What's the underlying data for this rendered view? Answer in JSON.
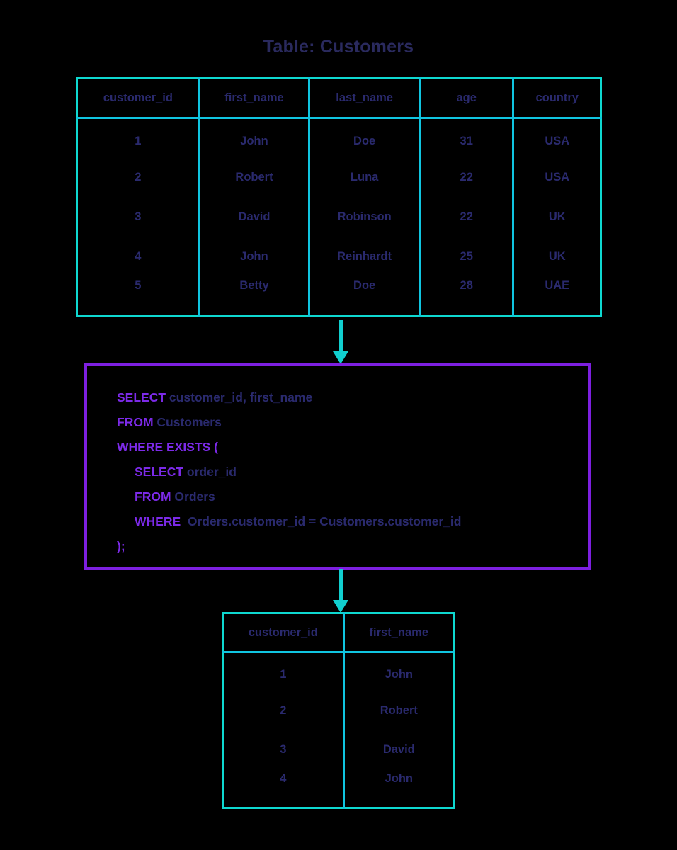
{
  "title": "Table: Customers",
  "colors": {
    "background": "#000000",
    "table_border": "#0ed8d0",
    "table_divider": "#10c5e0",
    "arrow": "#11cfcf",
    "sql_box_border": "#7d1fe0",
    "sql_keyword": "#7c2ae8",
    "text_navy": "#2a2a6e",
    "title_navy": "#2a2a5e"
  },
  "source_table": {
    "name": "Customers",
    "columns": [
      "customer_id",
      "first_name",
      "last_name",
      "age",
      "country"
    ],
    "rows": [
      [
        "1",
        "John",
        "Doe",
        "31",
        "USA"
      ],
      [
        "2",
        "Robert",
        "Luna",
        "22",
        "USA"
      ],
      [
        "3",
        "David",
        "Robinson",
        "22",
        "UK"
      ],
      [
        "4",
        "John",
        "Reinhardt",
        "25",
        "UK"
      ],
      [
        "5",
        "Betty",
        "Doe",
        "28",
        "UAE"
      ]
    ]
  },
  "sql": {
    "lines": [
      {
        "indent": false,
        "parts": [
          {
            "t": "SELECT",
            "k": true
          },
          {
            "t": " customer_id, first_name",
            "k": false
          }
        ]
      },
      {
        "indent": false,
        "parts": [
          {
            "t": "FROM",
            "k": true
          },
          {
            "t": " Customers",
            "k": false
          }
        ]
      },
      {
        "indent": false,
        "parts": [
          {
            "t": "WHERE EXISTS (",
            "k": true
          }
        ]
      },
      {
        "indent": true,
        "parts": [
          {
            "t": "SELECT",
            "k": true
          },
          {
            "t": " order_id",
            "k": false
          }
        ]
      },
      {
        "indent": true,
        "parts": [
          {
            "t": "FROM",
            "k": true
          },
          {
            "t": " Orders",
            "k": false
          }
        ]
      },
      {
        "indent": true,
        "parts": [
          {
            "t": "WHERE",
            "k": true
          },
          {
            "t": "  Orders.customer_id = Customers.customer_id",
            "k": false
          }
        ]
      },
      {
        "indent": false,
        "parts": [
          {
            "t": ");",
            "k": true
          }
        ]
      }
    ]
  },
  "result_table": {
    "columns": [
      "customer_id",
      "first_name"
    ],
    "rows": [
      [
        "1",
        "John"
      ],
      [
        "2",
        "Robert"
      ],
      [
        "3",
        "David"
      ],
      [
        "4",
        "John"
      ]
    ]
  },
  "arrows": [
    {
      "name": "arrow-table-to-query",
      "direction": "down"
    },
    {
      "name": "arrow-query-to-result",
      "direction": "down"
    }
  ]
}
